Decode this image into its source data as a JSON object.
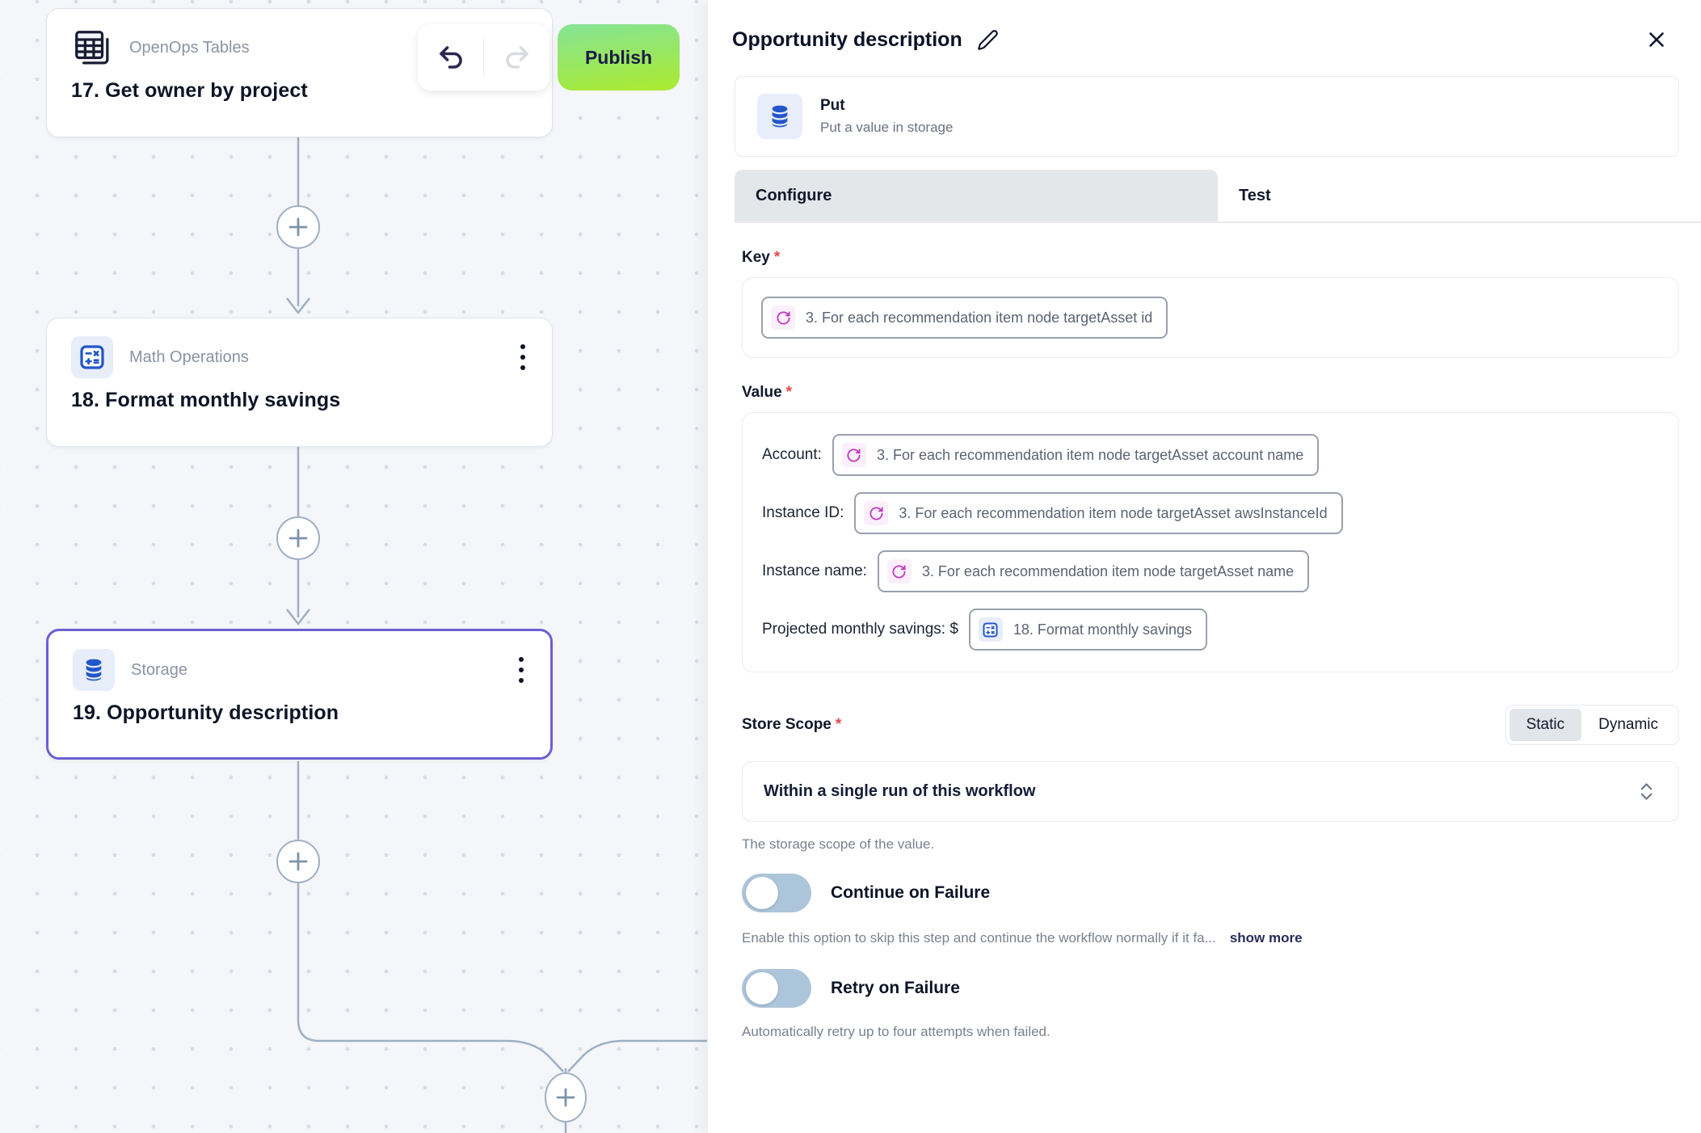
{
  "canvas": {
    "toolbar": {
      "publish": "Publish"
    },
    "nodes": [
      {
        "app": "OpenOps Tables",
        "title": "17. Get owner by project"
      },
      {
        "app": "Math Operations",
        "title": "18. Format monthly savings"
      },
      {
        "app": "Storage",
        "title": "19. Opportunity description"
      }
    ]
  },
  "panel": {
    "title": "Opportunity description",
    "action_name": "Put",
    "action_description": "Put a value in storage",
    "tabs": [
      {
        "label": "Configure"
      },
      {
        "label": "Test"
      }
    ],
    "key": {
      "label": "Key",
      "token": "3. For each recommendation item node targetAsset id"
    },
    "value": {
      "label": "Value",
      "rows": [
        {
          "label": "Account:",
          "token": "3. For each recommendation item node targetAsset account name"
        },
        {
          "label": "Instance ID:",
          "token": "3. For each recommendation item node targetAsset awsInstanceId"
        },
        {
          "label": "Instance name:",
          "token": "3. For each recommendation item node targetAsset name"
        },
        {
          "label": "Projected monthly savings: $",
          "token": "18. Format monthly savings"
        }
      ]
    },
    "store_scope": {
      "label": "Store Scope",
      "options": [
        "Static",
        "Dynamic"
      ],
      "selected_toggle": "Static",
      "dropdown_value": "Within a single run of this workflow",
      "help": "The storage scope of the value."
    },
    "continue_on_failure": {
      "label": "Continue on Failure",
      "state": "off",
      "help": "Enable this option to skip this step and continue the workflow normally if it fa...",
      "show_more": "show more"
    },
    "retry_on_failure": {
      "label": "Retry on Failure",
      "state": "off",
      "help": "Automatically retry up to four attempts when failed."
    }
  },
  "colors": {
    "publish_gradient_start": "#87e492",
    "publish_gradient_end": "#a9ea32",
    "selected_node_border": "#6c5fd3",
    "primary_blue": "#2356c9",
    "loop_magenta": "#bf3abf",
    "required_red": "#e5484d",
    "connector": "#9fb0c4",
    "canvas_bg": "#f4f6f9"
  }
}
